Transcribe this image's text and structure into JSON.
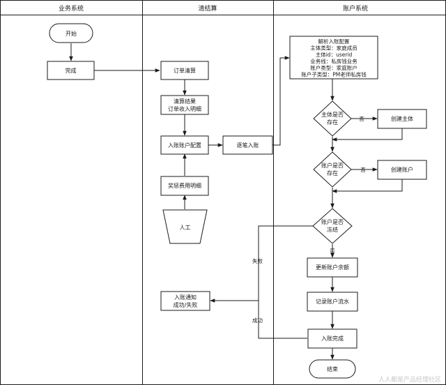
{
  "lanes": {
    "business": "业务系统",
    "settlement": "清结算",
    "account": "账户系统"
  },
  "nodes": {
    "start": "开始",
    "complete": "完成",
    "order_settle": "订单清算",
    "settle_result": [
      "清算结果",
      "订单收入明细"
    ],
    "entry_config": "入账账户配置",
    "one_by_one": "逐笔入账",
    "bonus_detail": "奖惩费用明细",
    "manual": "人工",
    "notify": [
      "入账通知",
      "成功/失败"
    ],
    "parse_config": [
      "解析入账配置",
      "主体类型：家庭成员",
      "主体id：userid",
      "业务线：私房钱业务",
      "账户类型：家庭账户",
      "账户子类型：PM老师私房钱"
    ],
    "subject_exists": [
      "主体是否",
      "存在"
    ],
    "create_subject": "创建主体",
    "account_exists": [
      "账户是否",
      "存在"
    ],
    "create_account": "创建账户",
    "account_frozen": [
      "账户是否",
      "冻结"
    ],
    "update_balance": "更新账户余额",
    "record_flow": "记录账户流水",
    "entry_done": "入账完成",
    "end": "结束"
  },
  "edge_labels": {
    "no": "否",
    "fail": "失败",
    "success": "成功"
  },
  "watermark": "人人都是产品经理社区"
}
